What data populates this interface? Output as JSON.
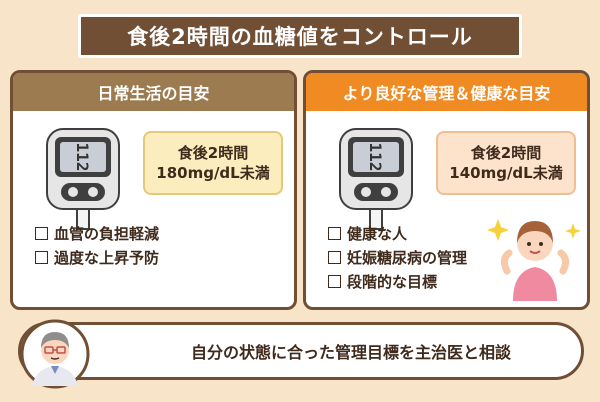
{
  "title": "食後2時間の血糖値をコントロール",
  "left_panel": {
    "header": "日常生活の目安",
    "target_line1": "食後2時間",
    "target_line2": "180mg/dL未満",
    "meter_reading": "112",
    "items": [
      "血管の負担軽減",
      "過度な上昇予防"
    ]
  },
  "right_panel": {
    "header": "より良好な管理＆健康な目安",
    "target_line1": "食後2時間",
    "target_line2": "140mg/dL未満",
    "meter_reading": "112",
    "items": [
      "健康な人",
      "妊娠糖尿病の管理",
      "段階的な目標"
    ]
  },
  "footer": "自分の状態に合った管理目標を主治医と相談",
  "colors": {
    "background": "#f7e4c9",
    "brown": "#714f35",
    "left_header": "#9b7b4f",
    "right_header": "#f08a23"
  },
  "icons": [
    "glucose-meter-icon",
    "woman-illustration",
    "doctor-illustration"
  ]
}
